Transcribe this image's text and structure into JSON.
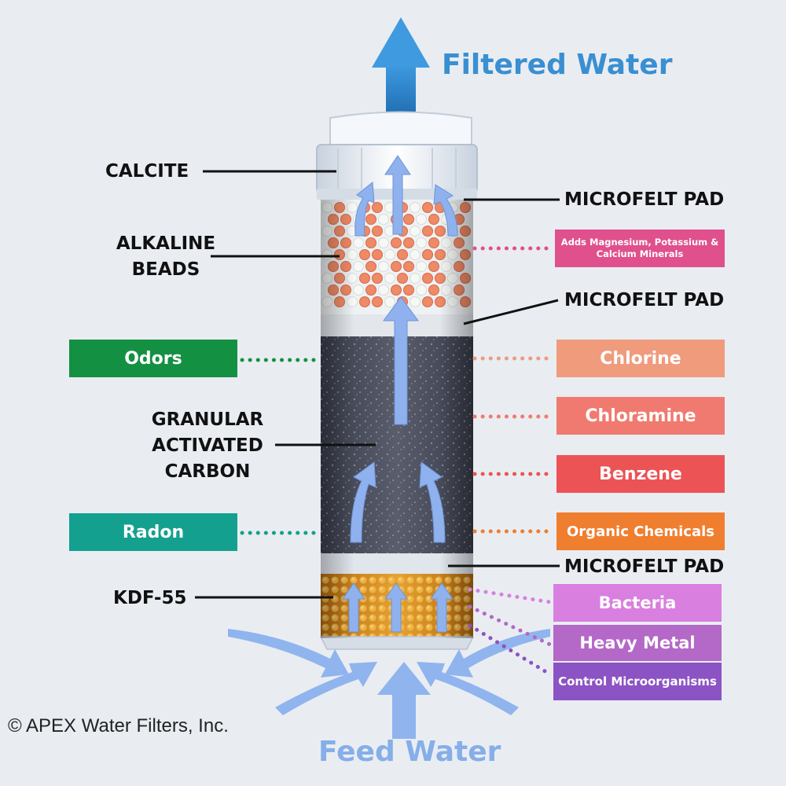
{
  "titles": {
    "top": "Filtered Water",
    "bottom": "Feed Water"
  },
  "layers": {
    "calcite": "CALCITE",
    "alkaline_beads": [
      "ALKALINE",
      "BEADS"
    ],
    "microfelt_top": "MICROFELT PAD",
    "microfelt_middle": "MICROFELT PAD",
    "carbon": [
      "GRANULAR",
      "ACTIVATED",
      "CARBON"
    ],
    "microfelt_bottom": "MICROFELT PAD",
    "kdf": "KDF-55"
  },
  "removes": {
    "minerals": {
      "label": "Adds Magnesium, Potassium & Calcium Minerals",
      "color": "#e0508c"
    },
    "odors": {
      "label": "Odors",
      "color": "#149043"
    },
    "radon": {
      "label": "Radon",
      "color": "#14a08f"
    },
    "chlorine": {
      "label": "Chlorine",
      "color": "#ef9b7c"
    },
    "chloramine": {
      "label": "Chloramine",
      "color": "#f07a6f"
    },
    "benzene": {
      "label": "Benzene",
      "color": "#ec5355"
    },
    "organic": {
      "label": "Organic Chemicals",
      "color": "#f07e2f"
    },
    "bacteria": {
      "label": "Bacteria",
      "color": "#d97fe0"
    },
    "heavy_metal": {
      "label": "Heavy Metal",
      "color": "#b468c7"
    },
    "microorganisms": {
      "label": "Control Microorganisms",
      "color": "#8b53c3"
    }
  },
  "copyright": "© APEX Water Filters, Inc."
}
